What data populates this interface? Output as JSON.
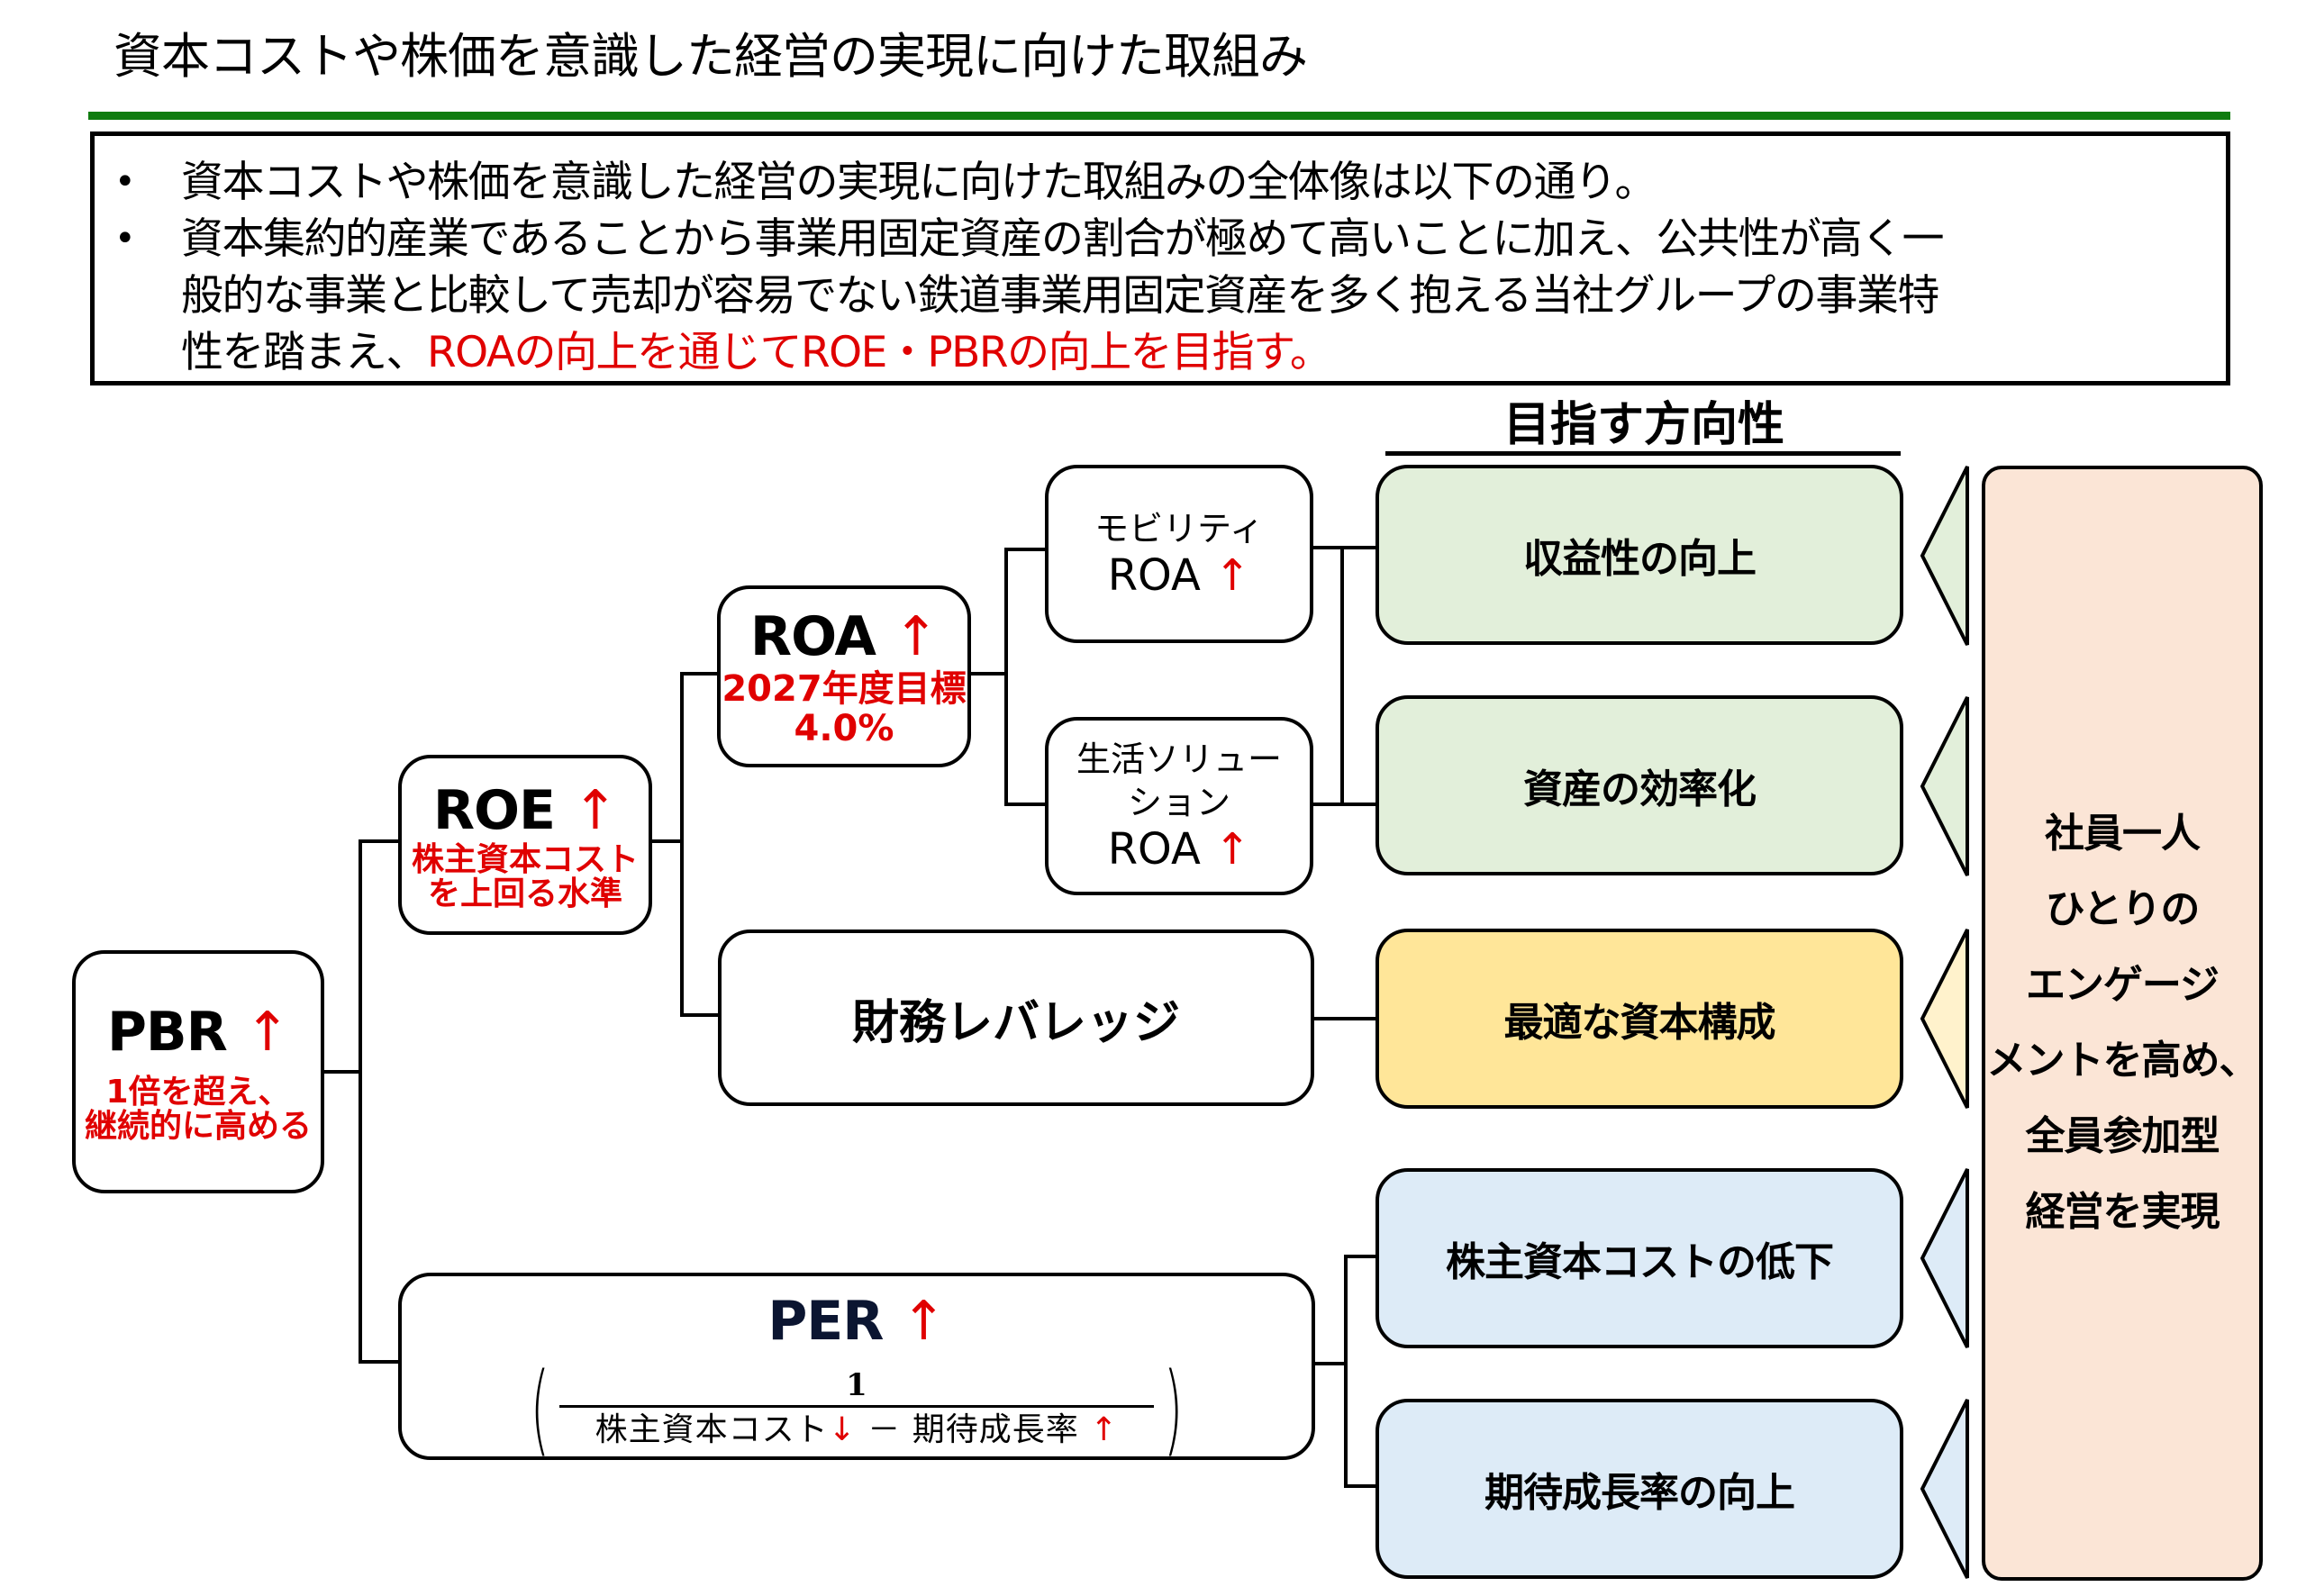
{
  "title": "資本コストや株価を意識した経営の実現に向けた取組み",
  "summary": {
    "bullets": [
      {
        "lines": [
          {
            "text": "資本コストや株価を意識した経営の実現に向けた取組みの全体像は以下の通り。"
          }
        ]
      },
      {
        "lines": [
          {
            "text": "資本集約的産業であることから事業用固定資産の割合が極めて高いことに加え、公共性が高く一"
          },
          {
            "text": "般的な事業と比較して売却が容易でない鉄道事業用固定資産を多く抱える当社グループの事業特"
          },
          {
            "text": "性を踏まえ、",
            "highlight": "ROAの向上を通じてROE・PBRの向上を目指す。"
          }
        ]
      }
    ],
    "bullet_glyph": "•"
  },
  "tree": {
    "pbr": {
      "label": "PBR",
      "arrow": "↑",
      "note_line1": "1倍を超え、",
      "note_line2": "継続的に高める"
    },
    "roe": {
      "label": "ROE",
      "arrow": "↑",
      "note_line1": "株主資本コスト",
      "note_line2": "を上回る水準"
    },
    "roa": {
      "label": "ROA",
      "arrow": "↑",
      "note_line1": "2027年度目標",
      "note_line2": "4.0%"
    },
    "mobility": {
      "line1": "モビリティ",
      "label": "ROA",
      "arrow": "↑"
    },
    "life": {
      "line1": "生活ソリュー",
      "line2": "ション",
      "label": "ROA",
      "arrow": "↑"
    },
    "leverage": {
      "label": "財務レバレッジ"
    },
    "per": {
      "label": "PER",
      "arrow": "↑",
      "numerator": "1",
      "denominator_a": "株主資本コスト",
      "arrow_down": "↓",
      "minus": "－",
      "denominator_b": "期待成長率",
      "arrow_up": "↑"
    }
  },
  "directions": {
    "header": "目指す方向性",
    "items": [
      {
        "label": "収益性の向上",
        "color": "#E2EFDA"
      },
      {
        "label": "資産の効率化",
        "color": "#E2EFDA"
      },
      {
        "label": "最適な資本構成",
        "color": "#FFE699"
      },
      {
        "label": "株主資本コストの低下",
        "color": "#DDEBF7"
      },
      {
        "label": "期待成長率の向上",
        "color": "#DDEBF7"
      }
    ]
  },
  "engagement": {
    "lines": [
      "社員一人",
      "ひとりの",
      "エンゲージ",
      "メントを高め、",
      "全員参加型",
      "経営を実現"
    ],
    "color": "#FBE5D6"
  },
  "colors": {
    "accent_green": "#107C10",
    "highlight_red": "#E00000",
    "triangle_yellow": "#FFF2CC"
  }
}
